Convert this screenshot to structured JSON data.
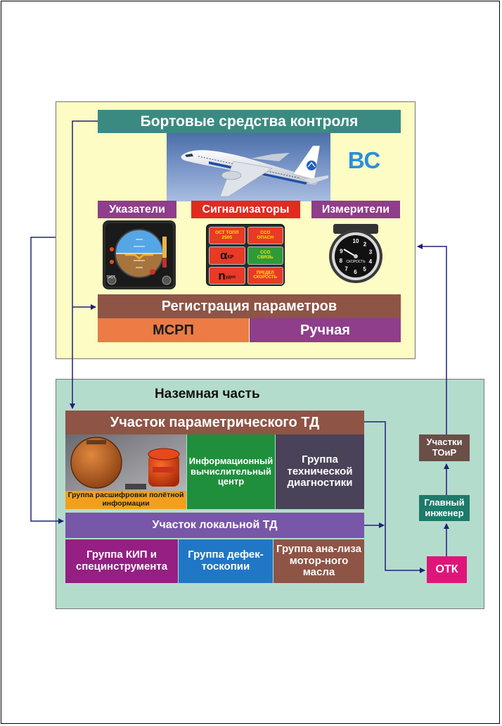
{
  "colors": {
    "teal": "#3b8a82",
    "brown": "#8e5446",
    "red": "#e02b20",
    "purple": "#8e3e8a",
    "orange": "#ec7b45",
    "green": "#1f8f3c",
    "slate": "#4a4258",
    "violet": "#7856a8",
    "magenta": "#951f82",
    "blue": "#2077c6",
    "pink": "#e0157a",
    "arrow": "#20207a",
    "bc_blue": "#2a8ee0"
  },
  "onboard": {
    "title": "Бортовые средства контроля",
    "bc_label": "ВС",
    "indicators_label": "Указатели",
    "signalers_label": "Сигнализаторы",
    "meters_label": "Измерители",
    "registration_title": "Регистрация параметров",
    "msrp_label": "МСРП",
    "manual_label": "Ручная",
    "attitude_indicator": {
      "test_label": "ТЕСТ"
    },
    "warning_panel": {
      "lights": [
        {
          "line1": "ОСТ ТОПЛ",
          "line2": "2500"
        },
        {
          "line1": "ССО",
          "line2": "ОПАСН"
        },
        {
          "big": "α",
          "sub": "КР"
        },
        {
          "line1": "ССО",
          "line2": "СВЯЗЬ"
        },
        {
          "big": "n",
          "sub": "удоп"
        },
        {
          "line1": "ПРЕДЕЛ",
          "line2": "СКОРОСТЬ"
        }
      ]
    },
    "gauge": {
      "numbers": [
        "10",
        "2",
        "3",
        "4",
        "5",
        "6",
        "7",
        "8",
        "9"
      ],
      "label": "СКОРОСТЬ"
    }
  },
  "ground": {
    "title": "Наземная часть",
    "param_td_title": "Участок параметрического ТД",
    "flight_info_group": "Группа расшифровки полётной информации",
    "computing_center": "Информационный вычислительный центр",
    "tech_diag_group": "Группа технической диагностики",
    "local_td_title": "Участок локальной ТД",
    "kip_group": "Группа КИП и специнструмента",
    "defect_group": "Группа дефек-тоскопии",
    "oil_group": "Группа ана-лиза мотор-ного масла",
    "otk": "ОТК",
    "chief_engineer": "Главный инженер",
    "toir": "Участки ТОиР"
  }
}
